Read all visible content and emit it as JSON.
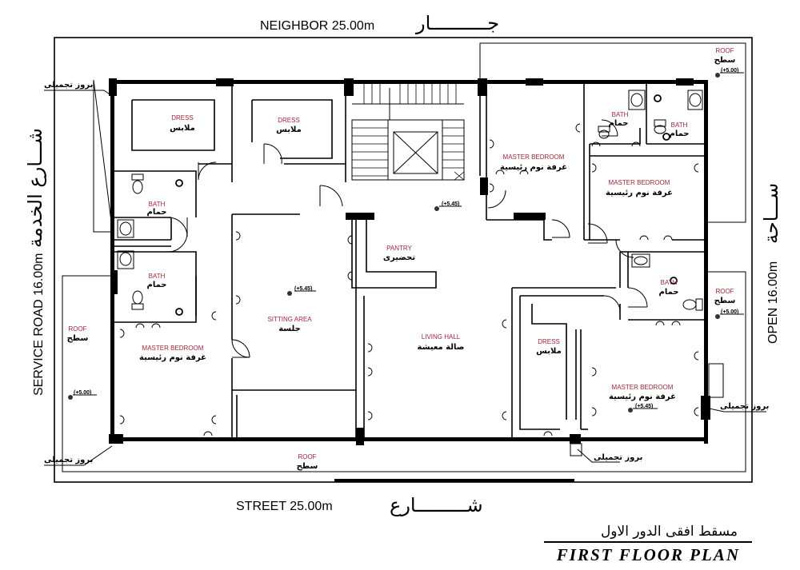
{
  "labels": {
    "neighbor": "NEIGHBOR  25.00m",
    "neighbor_ar": "جــــــــــار",
    "street": "STREET  25.00m",
    "street_ar": "شـــــــــارع",
    "service_road": "SERVICE ROAD 16.00m",
    "service_road_ar": "شـــارع الخدمة",
    "open": "OPEN 16.00m",
    "open_ar": "ســـاحة"
  },
  "title": {
    "ar": "مسقط افقى الدور الاول",
    "en": "FIRST  FLOOR  PLAN"
  },
  "rooms": {
    "dress_1": {
      "en": "DRESS",
      "ar": "ملابس"
    },
    "dress_2": {
      "en": "DRESS",
      "ar": "ملابس"
    },
    "dress_3": {
      "en": "DRESS",
      "ar": "ملابس"
    },
    "bath_1": {
      "en": "BATH",
      "ar": "حمام"
    },
    "bath_2": {
      "en": "BATH",
      "ar": "حمام"
    },
    "bath_3": {
      "en": "BATH",
      "ar": "حمام"
    },
    "bath_4": {
      "en": "BATH",
      "ar": "حمام"
    },
    "bath_5": {
      "en": "BATH",
      "ar": "حمام"
    },
    "master_1": {
      "en": "MASTER BEDROOM",
      "ar": "غرفة نوم رئيسية"
    },
    "master_2": {
      "en": "MASTER BEDROOM",
      "ar": "غرفة نوم رئيسية"
    },
    "master_3": {
      "en": "MASTER BEDROOM",
      "ar": "غرفة نوم رئيسية"
    },
    "master_4": {
      "en": "MASTER BEDROOM",
      "ar": "غرفة نوم رئيسية"
    },
    "pantry": {
      "en": "PANTRY",
      "ar": "تحضيرى"
    },
    "sitting": {
      "en": "SITTING AREA",
      "ar": "جلسة"
    },
    "living": {
      "en": "LIVING HALL",
      "ar": "صالة معيشة"
    },
    "roof_1": {
      "en": "ROOF",
      "ar": "سطح"
    },
    "roof_2": {
      "en": "ROOF",
      "ar": "سطح"
    },
    "roof_3": {
      "en": "ROOF",
      "ar": "سطح"
    },
    "roof_4": {
      "en": "ROOF",
      "ar": "سطح"
    }
  },
  "levels": {
    "l_545_a": "(+5.45)",
    "l_545_b": "(+5.45)",
    "l_545_c": "(+5.45)",
    "l_500_a": "(+5.00)",
    "l_500_b": "(+5.00)",
    "l_500_c": "(+5.00)"
  },
  "callouts": {
    "c1": "بروز تجميلى",
    "c2": "بروز تجميلى",
    "c3": "بروز تجميلى",
    "c4": "بروز تجميلى"
  }
}
